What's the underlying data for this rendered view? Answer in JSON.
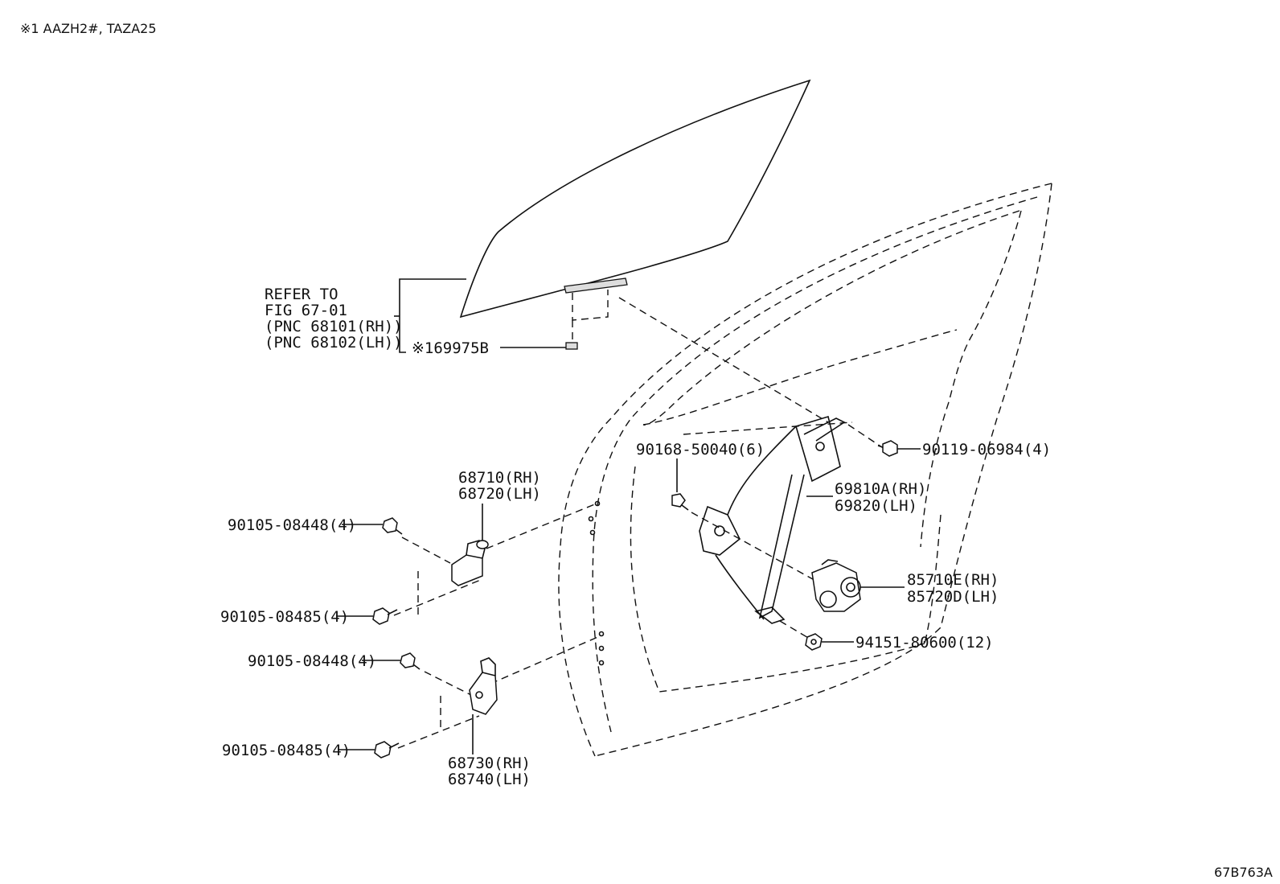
{
  "header": {
    "note": "※1 AAZH2#, TAZA25"
  },
  "footer": {
    "code": "67B763A"
  },
  "refer": {
    "line1": "REFER TO",
    "line2": "FIG 67-01",
    "line3": "(PNC 68101(RH))",
    "line4": "(PNC 68102(LH))"
  },
  "labels": {
    "glass_channel": "※169975B",
    "bolt_90119": "90119-06984(4)",
    "screw_90168": "90168-50040(6)",
    "regulator_rh": "69810A(RH)",
    "regulator_lh": "69820(LH)",
    "motor_rh": "85710E(RH)",
    "motor_lh": "85720D(LH)",
    "nut_94151": "94151-80600(12)",
    "hinge_upper_rh": "68710(RH)",
    "hinge_upper_lh": "68720(LH)",
    "bolt_upper_a": "90105-08448(4)",
    "bolt_upper_b": "90105-08485(4)",
    "bolt_lower_a": "90105-08448(4)",
    "bolt_lower_b": "90105-08485(4)",
    "hinge_lower_rh": "68730(RH)",
    "hinge_lower_lh": "68740(LH)"
  }
}
